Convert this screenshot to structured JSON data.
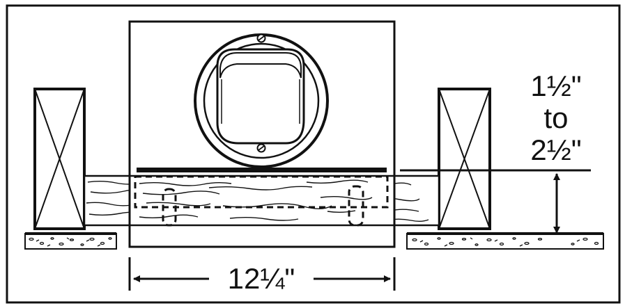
{
  "diagram": {
    "dimension_width": "12¼\"",
    "dimension_height_line1": "1½\"",
    "dimension_height_line2": "to",
    "dimension_height_line3": "2½\""
  },
  "colors": {
    "ink": "#111111",
    "paper": "#ffffff"
  }
}
